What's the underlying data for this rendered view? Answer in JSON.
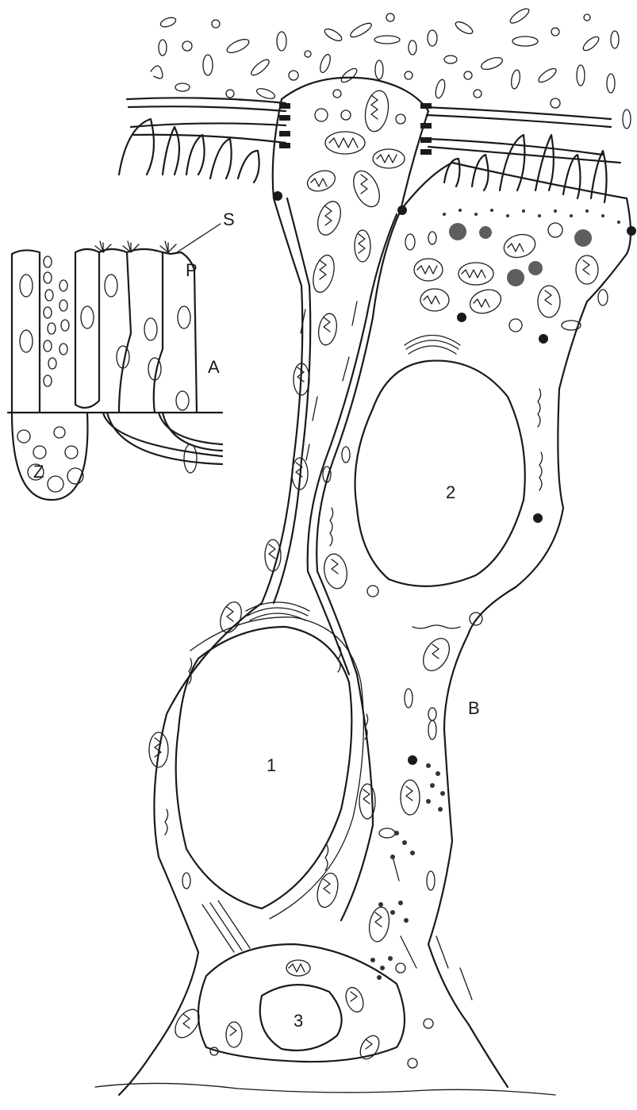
{
  "labels": {
    "inset": "A",
    "main": "B",
    "inset_s": "S",
    "inset_p": "P",
    "inset_z": "Z",
    "cell_1": "1",
    "cell_2": "2",
    "cell_3": "3"
  }
}
